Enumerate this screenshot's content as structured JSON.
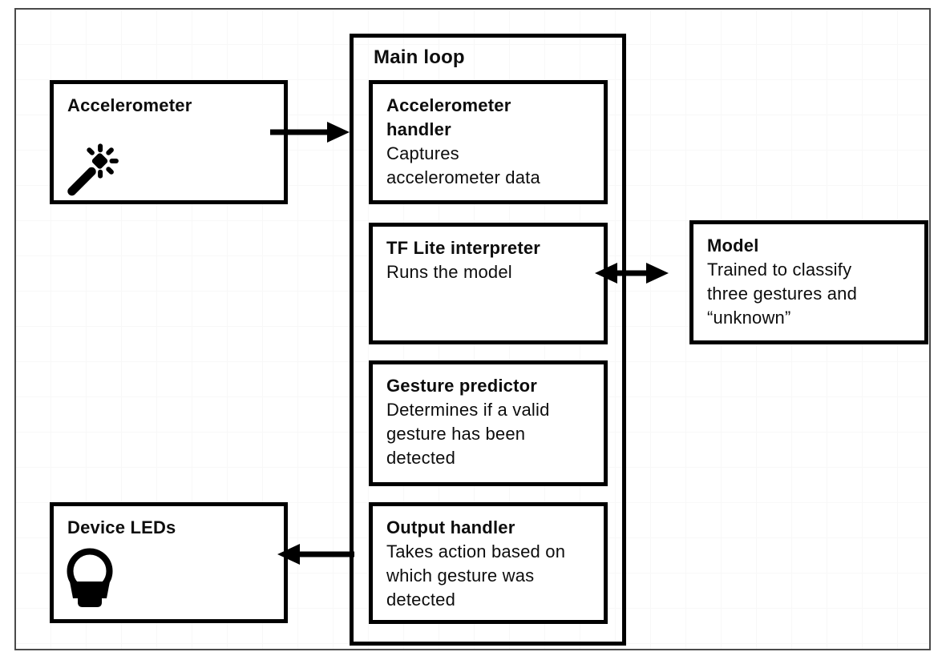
{
  "colors": {
    "box_border": "#000000",
    "frame_border": "#4a4a4a",
    "background": "#ffffff",
    "text": "#0d0d0d"
  },
  "nodes": {
    "accelerometer": {
      "title": "Accelerometer",
      "icon": "magic-wand-icon"
    },
    "main_loop": {
      "title": "Main loop",
      "children": [
        {
          "title": "Accelerometer\nhandler",
          "description": "Captures\naccelerometer data"
        },
        {
          "title": "TF Lite interpreter",
          "description": "Runs the model"
        },
        {
          "title": "Gesture predictor",
          "description": "Determines if a valid\ngesture has been\ndetected"
        },
        {
          "title": "Output handler",
          "description": "Takes action based on\nwhich gesture was\ndetected"
        }
      ]
    },
    "model": {
      "title": "Model",
      "description": "Trained to classify\nthree gestures and\n“unknown”"
    },
    "device_leds": {
      "title": "Device LEDs",
      "icon": "lightbulb-icon"
    }
  },
  "edges": [
    {
      "from": "accelerometer",
      "to": "accelerometer-handler",
      "direction": "right"
    },
    {
      "from": "tf-lite-interpreter",
      "to": "model",
      "direction": "bidirectional"
    },
    {
      "from": "output-handler",
      "to": "device-leds",
      "direction": "left"
    }
  ]
}
